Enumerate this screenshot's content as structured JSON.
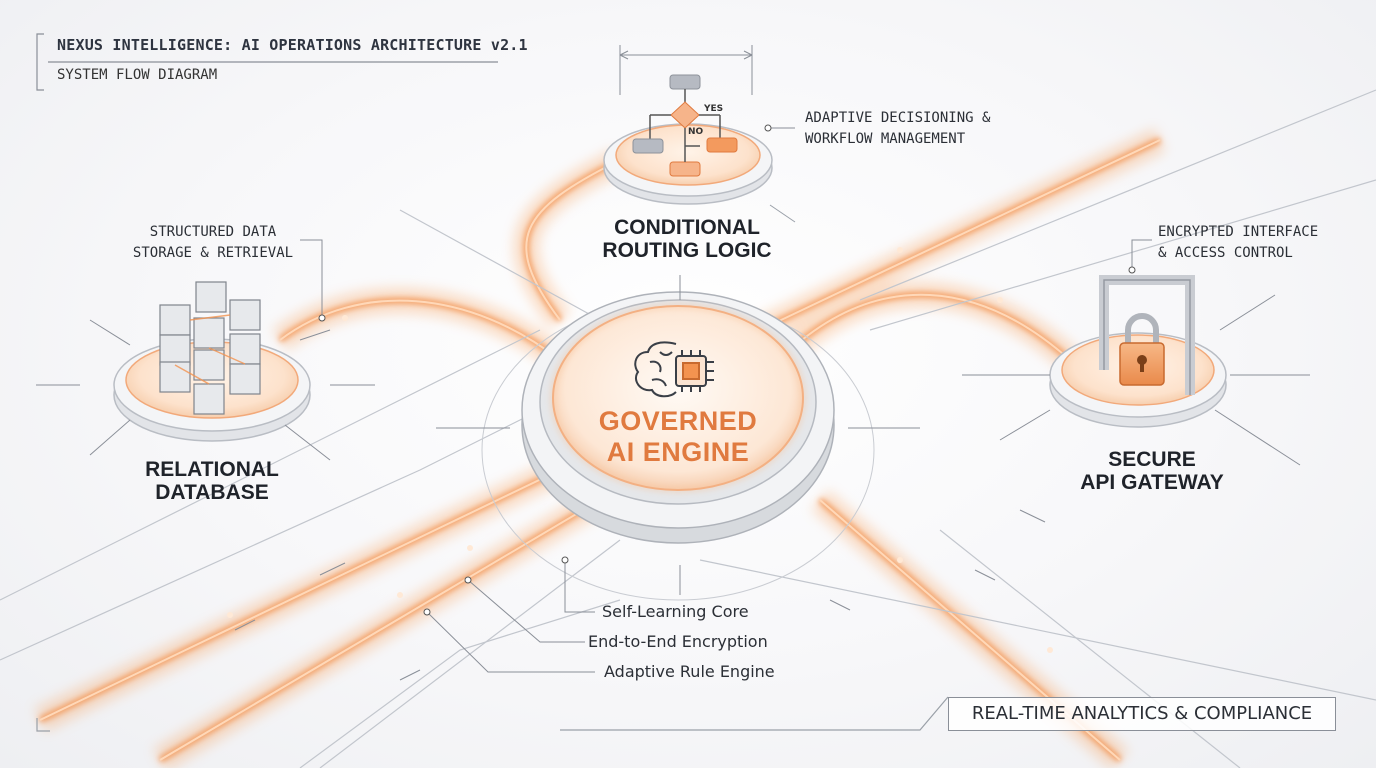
{
  "header": {
    "title": "NEXUS INTELLIGENCE: AI OPERATIONS ARCHITECTURE v2.1",
    "subtitle": "SYSTEM FLOW DIAGRAM"
  },
  "core": {
    "label_line1": "GOVERNED",
    "label_line2": "AI ENGINE",
    "icon": "brain-chip-icon",
    "features": [
      "Self-Learning Core",
      "End-to-End Encryption",
      "Adaptive Rule Engine"
    ]
  },
  "routing": {
    "label_line1": "CONDITIONAL",
    "label_line2": "ROUTING LOGIC",
    "caption_line1": "ADAPTIVE DECISIONING &",
    "caption_line2": "WORKFLOW MANAGEMENT",
    "yes_label": "YES",
    "no_label": "NO",
    "icon": "flowchart-icon"
  },
  "database": {
    "label_line1": "RELATIONAL",
    "label_line2": "DATABASE",
    "caption_line1": "STRUCTURED DATA",
    "caption_line2": "STORAGE & RETRIEVAL",
    "icon": "cube-stack-icon"
  },
  "gateway": {
    "label_line1": "SECURE",
    "label_line2": "API GATEWAY",
    "caption_line1": "ENCRYPTED INTERFACE",
    "caption_line2": "& ACCESS CONTROL",
    "icon": "padlock-icon"
  },
  "footer": {
    "label": "REAL-TIME ANALYTICS & COMPLIANCE"
  },
  "colors": {
    "accent": "#f0883e",
    "accent_light": "#f7c39a",
    "core_text": "#e07a3f",
    "line": "#8a8f98"
  }
}
